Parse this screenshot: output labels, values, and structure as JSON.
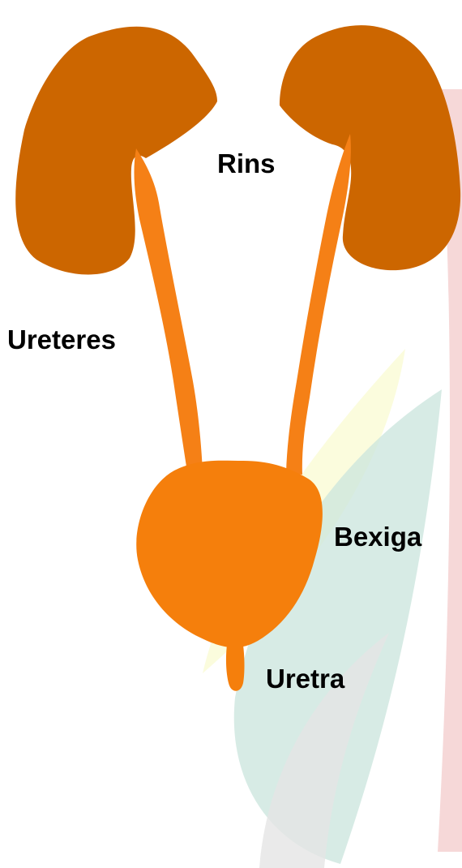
{
  "labels": {
    "kidneys": "Rins",
    "ureters": "Ureteres",
    "bladder": "Bexiga",
    "urethra": "Uretra"
  },
  "colors": {
    "kidney": "#cc6600",
    "ureter": "#f58016",
    "bladder": "#f57f0c",
    "watermark_red": "#e89a9a",
    "watermark_teal": "#9fcfc0",
    "watermark_gray": "#cfcfcf",
    "watermark_yellow": "#f3f6a8"
  },
  "background": {
    "watermark": "leaf-logo"
  }
}
